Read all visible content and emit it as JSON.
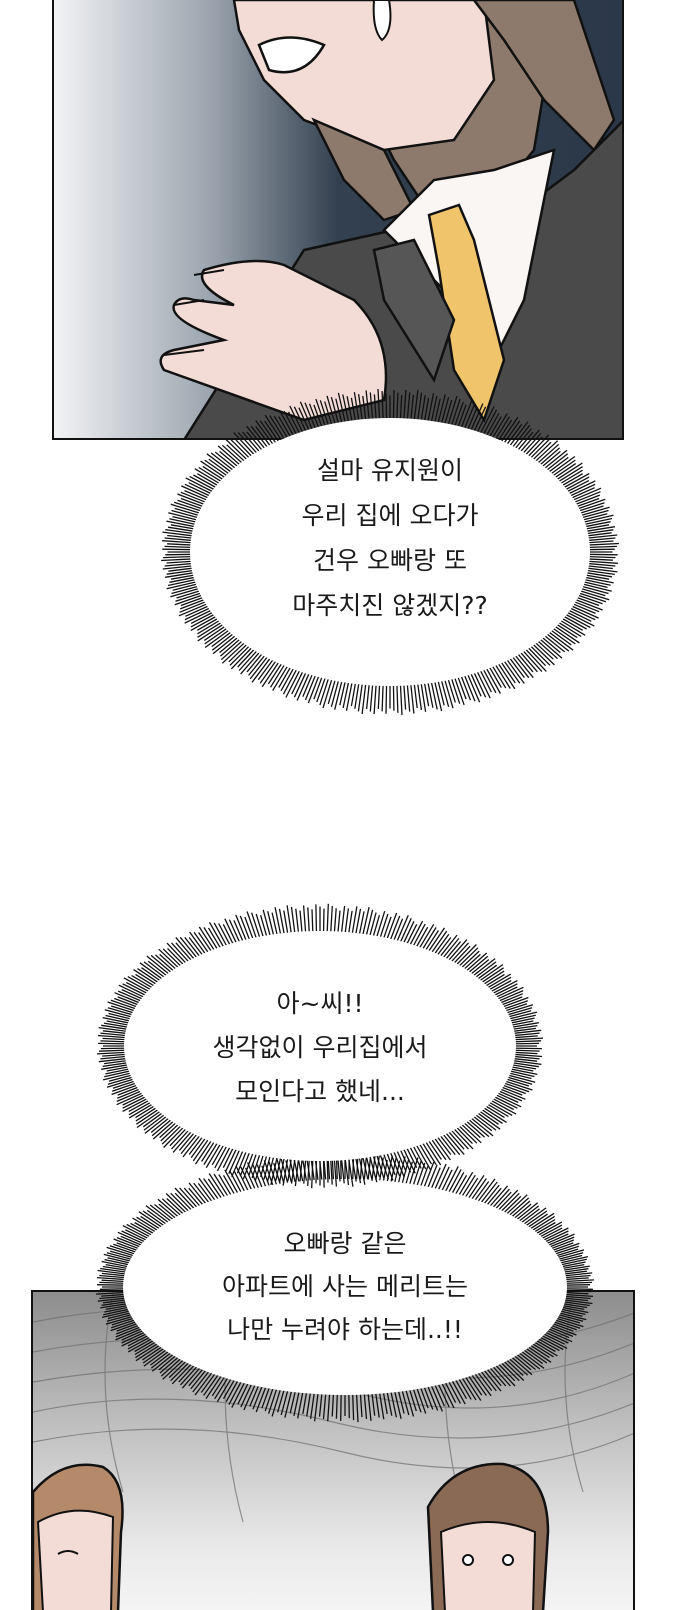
{
  "comic": {
    "bubbles": [
      {
        "id": "bubble-1",
        "lines": [
          "설마 유지원이",
          "우리 집에 오다가",
          "건우 오빠랑 또",
          "마주치진 않겠지??"
        ]
      },
      {
        "id": "bubble-2",
        "lines": [
          "아~씨!!",
          "생각없이 우리집에서",
          "모인다고 했네..."
        ]
      },
      {
        "id": "bubble-3",
        "lines": [
          "오빠랑 같은",
          "아파트에 사는 메리트는",
          "나만 누려야 하는데..!!"
        ]
      }
    ]
  },
  "colors": {
    "ink": "#111111",
    "skin": "#f3dcd6",
    "hair": "#8e7a6c",
    "jacket": "#4a4a4a",
    "tie": "#f0c46a",
    "night_bg": "#2e3b4c"
  }
}
